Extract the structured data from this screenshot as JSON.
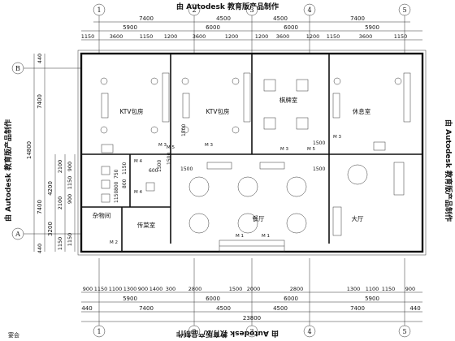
{
  "watermark": {
    "top": "由 Autodesk 教育版产品制作",
    "bottom": "由 Autodesk 教育版产品制作",
    "left": "由 Autodesk 教育版产品制作",
    "right": "由 Autodesk 教育版产品制作"
  },
  "grid_axes": {
    "columns": [
      "1",
      "2",
      "3",
      "4",
      "5"
    ],
    "rows": [
      "B",
      "A"
    ]
  },
  "dimensions": {
    "top_row1": [
      "7400",
      "4500",
      "4500",
      "7400"
    ],
    "top_row2": [
      "5900",
      "6000",
      "6000",
      "5900"
    ],
    "top_row3": [
      "1150",
      "3600",
      "1150",
      "1200",
      "3600",
      "1200",
      "1200",
      "3600",
      "1200",
      "1150",
      "3600",
      "1150"
    ],
    "bottom_row1": [
      "900",
      "1150",
      "1100",
      "1300",
      "900",
      "1400",
      "300",
      "2800",
      "1500",
      "2000",
      "2800",
      "1300",
      "1100",
      "1150",
      "900"
    ],
    "bottom_row2": [
      "5900",
      "6000",
      "6000",
      "5900"
    ],
    "bottom_row3": [
      "440",
      "7400",
      "4500",
      "4500",
      "7400",
      "440"
    ],
    "bottom_total": "23800",
    "left_outer": "14800",
    "left_parts": [
      "7400",
      "7400"
    ],
    "left_inner": [
      "4200",
      "3200"
    ],
    "left_small": [
      "2100",
      "2100",
      "1150",
      "1150",
      "900",
      "900",
      "1150",
      "440",
      "440"
    ],
    "inner_labels": [
      "1500",
      "1500",
      "1500",
      "1500",
      "1500",
      "1500",
      "600",
      "1150",
      "800",
      "1150",
      "800",
      "750"
    ]
  },
  "rooms": {
    "ktv1": "KTV包房",
    "ktv2": "KTV包房",
    "chess": "棋牌室",
    "lounge": "休息室",
    "storage": "杂物间",
    "pantry": "传菜室",
    "restaurant": "餐厅",
    "lobby": "大厅"
  },
  "door_labels": [
    "M 3",
    "M 3",
    "M 3",
    "M 3",
    "M 4",
    "M 4",
    "M 5",
    "M 5",
    "M 2",
    "M 1",
    "M 1"
  ],
  "footer_label": "宴会"
}
